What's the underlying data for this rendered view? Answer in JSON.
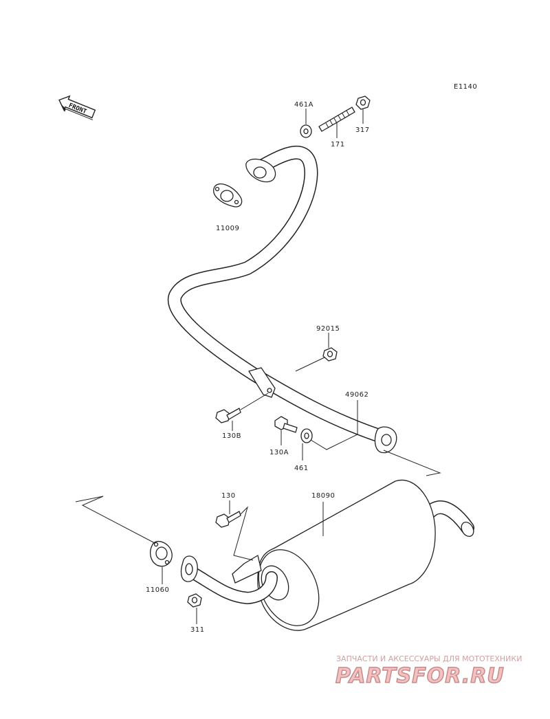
{
  "diagram_code": "E1140",
  "front_label": "FRONT",
  "parts": {
    "p461A": "461A",
    "p317": "317",
    "p171": "171",
    "p11009": "11009",
    "p92015": "92015",
    "p49062": "49062",
    "p130B": "130B",
    "p130A": "130A",
    "p461": "461",
    "p130": "130",
    "p18090": "18090",
    "p11060": "11060",
    "p311": "311"
  },
  "watermark": {
    "tagline": "ЗАПЧАСТИ И АКСЕССУАРЫ ДЛЯ МОТОТЕХНИКИ",
    "brand": "PARTSFOR.RU"
  }
}
